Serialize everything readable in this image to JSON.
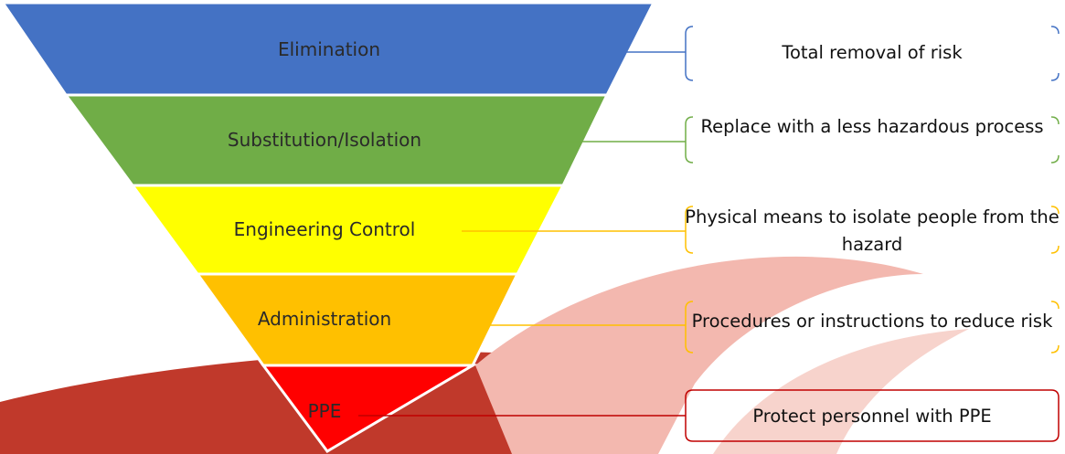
{
  "hierarchy": {
    "levels": [
      {
        "label": "Elimination",
        "description": "Total removal of risk",
        "color": "#4472C4"
      },
      {
        "label": "Substitution/Isolation",
        "description": "Replace with a less hazardous process",
        "color": "#70AD47"
      },
      {
        "label": "Engineering Control",
        "description": "Physical means to isolate people from the hazard",
        "color": "#FFFF00"
      },
      {
        "label": "Administration",
        "description": "Procedures or instructions to reduce risk",
        "color": "#FFC000"
      },
      {
        "label": "PPE",
        "description": "Protect personnel with PPE",
        "color": "#FF0000"
      }
    ],
    "connector_colors": [
      "#4472C4",
      "#70AD47",
      "#FFC000",
      "#FFC000",
      "#C00000"
    ],
    "background_swoosh_colors": [
      "#C0392B",
      "#F3B8AF",
      "#F7D3CC"
    ]
  }
}
